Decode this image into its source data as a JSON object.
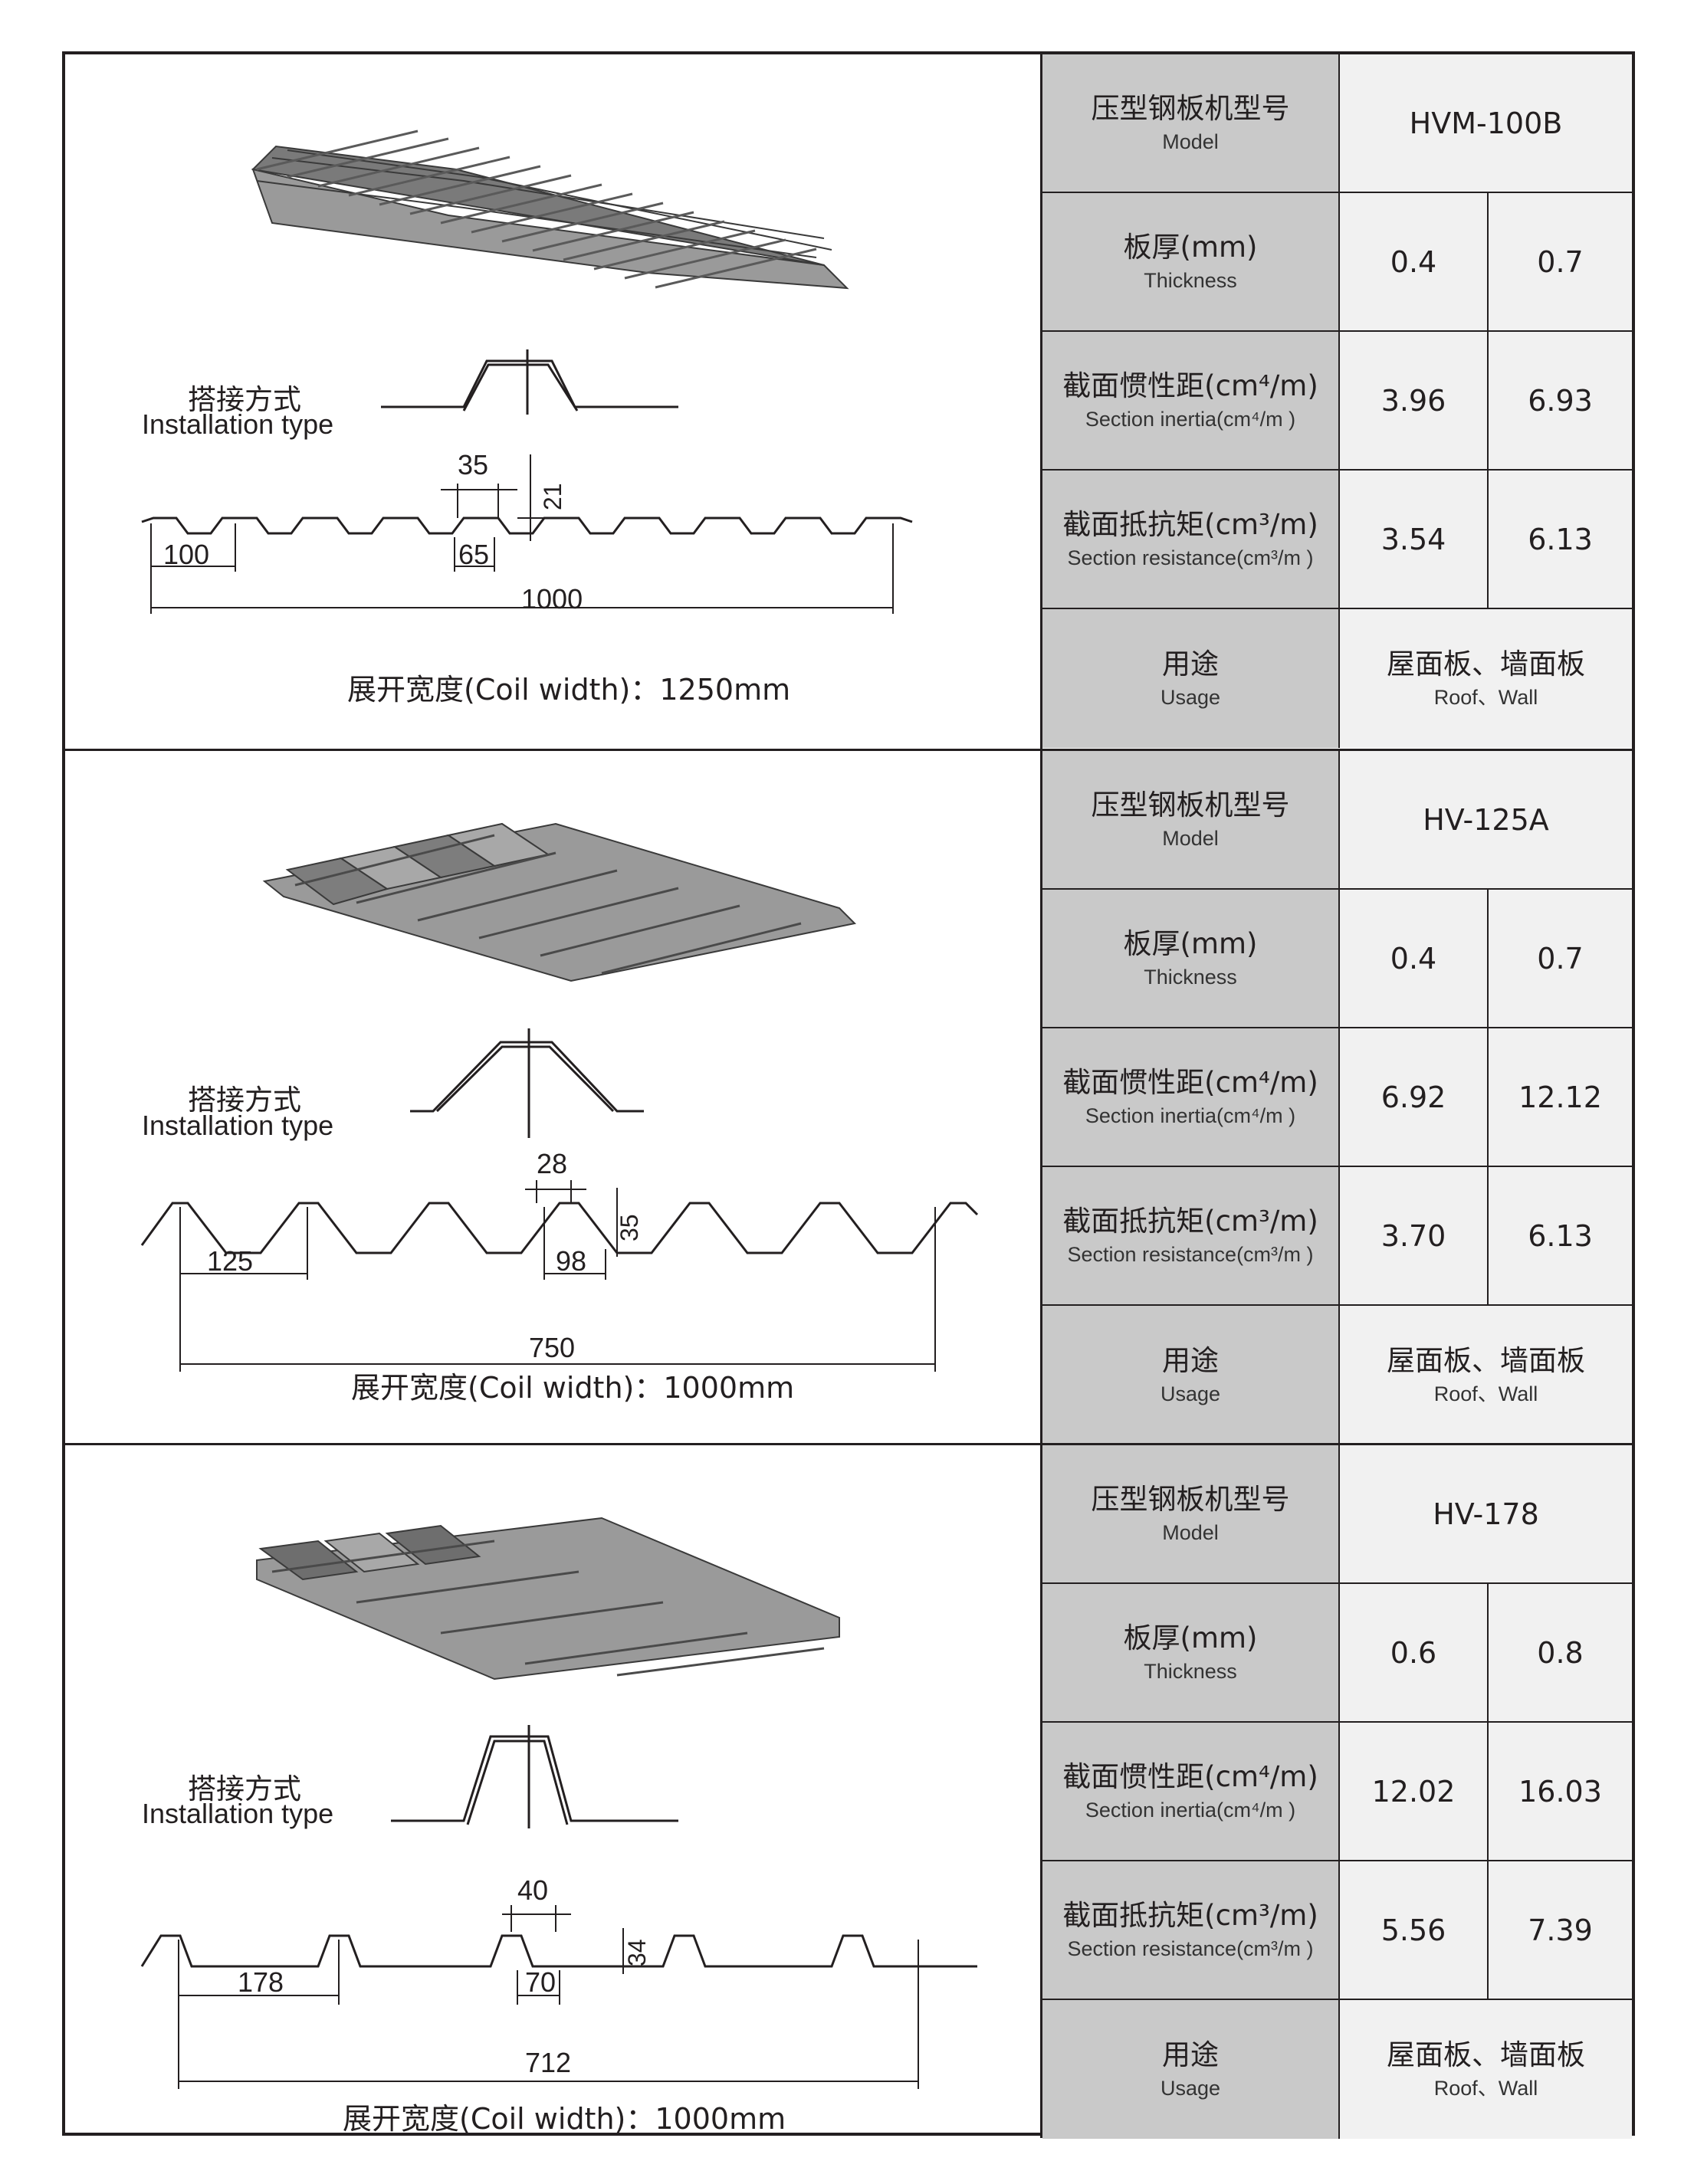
{
  "labels": {
    "model_cn": "压型钢板机型号",
    "model_en": "Model",
    "thickness_cn": "板厚(mm)",
    "thickness_en": "Thickness",
    "inertia_cn": "截面惯性距(cm⁴/m)",
    "inertia_en": "Section inertia(cm⁴/m )",
    "resistance_cn": "截面抵抗矩(cm³/m)",
    "resistance_en": "Section resistance(cm³/m )",
    "usage_cn": "用途",
    "usage_en": "Usage",
    "install_cn": "搭接方式",
    "install_en": "Installation type"
  },
  "panels": [
    {
      "model": "HVM-100B",
      "thickness": [
        "0.4",
        "0.7"
      ],
      "inertia": [
        "3.96",
        "6.93"
      ],
      "resistance": [
        "3.54",
        "6.13"
      ],
      "usage_cn": "屋面板、墙面板",
      "usage_en": "Roof、Wall",
      "coil_width": "展开宽度(Coil width)：1250mm",
      "dims": {
        "top": "35",
        "height": "21",
        "pitch": "100",
        "bottom": "65",
        "cover": "1000"
      }
    },
    {
      "model": "HV-125A",
      "thickness": [
        "0.4",
        "0.7"
      ],
      "inertia": [
        "6.92",
        "12.12"
      ],
      "resistance": [
        "3.70",
        "6.13"
      ],
      "usage_cn": "屋面板、墙面板",
      "usage_en": "Roof、Wall",
      "coil_width": "展开宽度(Coil width)：1000mm",
      "dims": {
        "top": "28",
        "height": "35",
        "pitch": "125",
        "bottom": "98",
        "cover": "750"
      }
    },
    {
      "model": "HV-178",
      "thickness": [
        "0.6",
        "0.8"
      ],
      "inertia": [
        "12.02",
        "16.03"
      ],
      "resistance": [
        "5.56",
        "7.39"
      ],
      "usage_cn": "屋面板、墙面板",
      "usage_en": "Roof、Wall",
      "coil_width": "展开宽度(Coil width)：1000mm",
      "dims": {
        "top": "40",
        "height": "34",
        "pitch": "178",
        "bottom": "70",
        "cover": "712"
      }
    }
  ],
  "colors": {
    "label_bg": "#c9c9c9",
    "value_bg": "#f1f1f1",
    "sheet": "#8c8c8c",
    "line": "#231f20"
  }
}
